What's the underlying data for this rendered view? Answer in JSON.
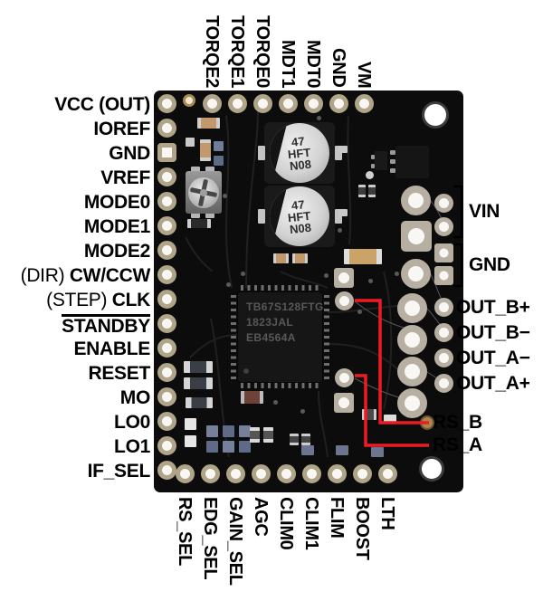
{
  "pins": {
    "top": [
      "TORQE2",
      "TORQE1",
      "TORQE0",
      "MDT1",
      "MDT0",
      "GND",
      "VM"
    ],
    "left": [
      {
        "prefix": "",
        "label": "VCC (OUT)"
      },
      {
        "prefix": "",
        "label": "IOREF"
      },
      {
        "prefix": "",
        "label": "GND"
      },
      {
        "prefix": "",
        "label": "VREF"
      },
      {
        "prefix": "",
        "label": "MODE0"
      },
      {
        "prefix": "",
        "label": "MODE1"
      },
      {
        "prefix": "",
        "label": "MODE2"
      },
      {
        "prefix": "(DIR) ",
        "label": "CW/CCW"
      },
      {
        "prefix": "(STEP) ",
        "label": "CLK"
      },
      {
        "prefix": "",
        "label": "STANDBY",
        "overline": true
      },
      {
        "prefix": "",
        "label": "ENABLE"
      },
      {
        "prefix": "",
        "label": "RESET"
      },
      {
        "prefix": "",
        "label": "MO"
      },
      {
        "prefix": "",
        "label": "LO0"
      },
      {
        "prefix": "",
        "label": "LO1"
      },
      {
        "prefix": "",
        "label": "IF_SEL"
      }
    ],
    "right": [
      "VIN",
      "GND",
      "OUT_B+",
      "OUT_B−",
      "OUT_A−",
      "OUT_A+",
      "RS_B",
      "RS_A"
    ],
    "bottom": [
      "RS_SEL",
      "EDG_SEL",
      "GAIN_SEL",
      "AGC",
      "CLIM0",
      "CLIM1",
      "FLIM",
      "BOOST",
      "LTH"
    ]
  },
  "board": {
    "ic_marking": [
      "TB67S128FTG",
      "1823JAL",
      "EB4564A"
    ],
    "capacitor_marking": [
      "47",
      "HFT",
      "N08"
    ]
  },
  "colors": {
    "pcb": "#0c0c0c",
    "callout_red": "#ec1c24",
    "label_text": "#000000",
    "hole_ring": "#b3a88f"
  }
}
